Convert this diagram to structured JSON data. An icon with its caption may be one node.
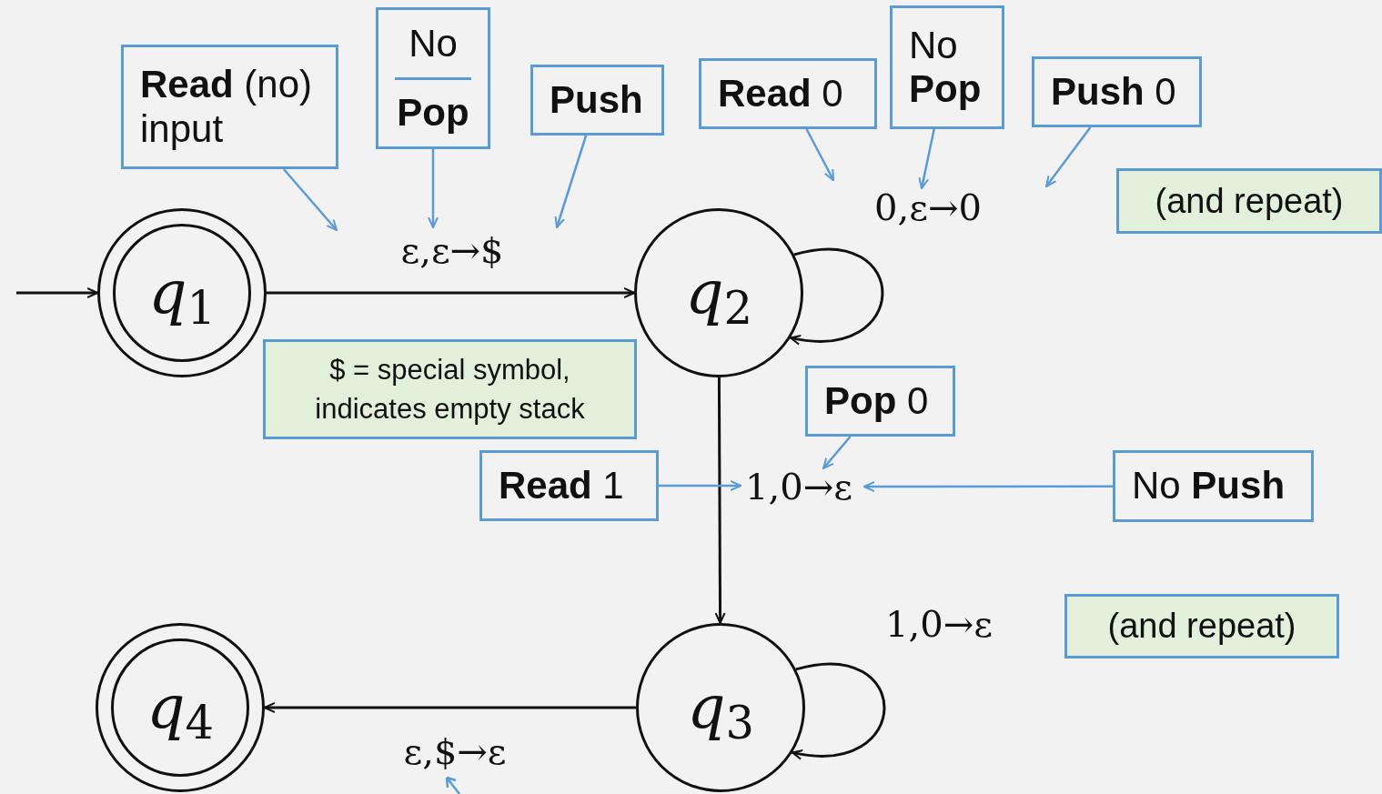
{
  "diagram": {
    "nodes": [
      {
        "text": [
          "*q*$_{1}$"
        ]
      },
      {
        "text": [
          "*q*$_{2}$"
        ]
      },
      {
        "text": [
          "*q*$_{3}$"
        ]
      },
      {
        "text": [
          "*q*$_{4}$"
        ]
      },
      {
        "text": [
          "**Read** (no) input"
        ]
      },
      {
        "text": [
          "No",
          "**Pop**"
        ]
      },
      {
        "text": [
          "**Push**"
        ]
      },
      {
        "text": [
          "**Read** 0"
        ]
      },
      {
        "text": [
          "No",
          "**Pop**"
        ]
      },
      {
        "text": [
          "**Push** 0"
        ]
      },
      {
        "text": [
          "(and repeat)"
        ]
      },
      {
        "text": [
          "$ = special symbol, indicates empty stack"
        ]
      },
      {
        "text": [
          "**Pop** 0"
        ]
      },
      {
        "text": [
          "**Read** 1"
        ]
      },
      {
        "text": [
          "No **Push**"
        ]
      },
      {
        "text": [
          "(and repeat)"
        ]
      }
    ],
    "edges": [
      {
        "from": null,
        "to": 0,
        "arrow": "to",
        "color": "#111111"
      },
      {
        "from": 0,
        "to": 1,
        "arrow": "to",
        "label": "ε,ε→$",
        "color": "#111111"
      },
      {
        "from": 1,
        "to": 1,
        "arrow": "to",
        "label": "0,ε→0",
        "color": "#111111"
      },
      {
        "from": 1,
        "to": 2,
        "arrow": "to",
        "label": "1,0→ε",
        "color": "#111111"
      },
      {
        "from": 2,
        "to": 2,
        "arrow": "to",
        "label": "1,0→ε",
        "color": "#111111"
      },
      {
        "from": 2,
        "to": 3,
        "arrow": "to",
        "label": "ε,$→ε",
        "color": "#111111"
      },
      {
        "from": 4,
        "to": null,
        "arrow": "to"
      },
      {
        "from": 5,
        "to": null,
        "arrow": "to"
      },
      {
        "from": 6,
        "to": null,
        "arrow": "to"
      },
      {
        "from": 7,
        "to": null,
        "arrow": "to"
      },
      {
        "from": 8,
        "to": null,
        "arrow": "to"
      },
      {
        "from": 9,
        "to": null,
        "arrow": "to"
      },
      {
        "from": 12,
        "to": null,
        "arrow": "to"
      },
      {
        "from": 13,
        "to": null,
        "arrow": "to"
      },
      {
        "from": 14,
        "to": null,
        "arrow": "to"
      }
    ]
  }
}
